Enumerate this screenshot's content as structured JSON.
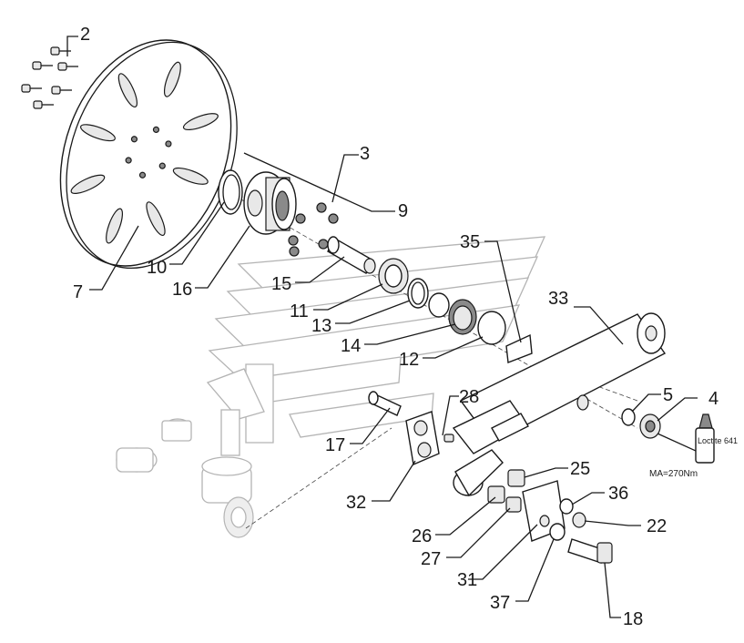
{
  "diagram": {
    "part_labels": [
      "2",
      "3",
      "9",
      "7",
      "10",
      "16",
      "15",
      "11",
      "13",
      "14",
      "12",
      "35",
      "33",
      "5",
      "4",
      "28",
      "17",
      "32",
      "25",
      "36",
      "22",
      "26",
      "27",
      "31",
      "37",
      "18"
    ],
    "torque_note": "MA=270Nm",
    "bottle_label": "Loctite 641"
  }
}
